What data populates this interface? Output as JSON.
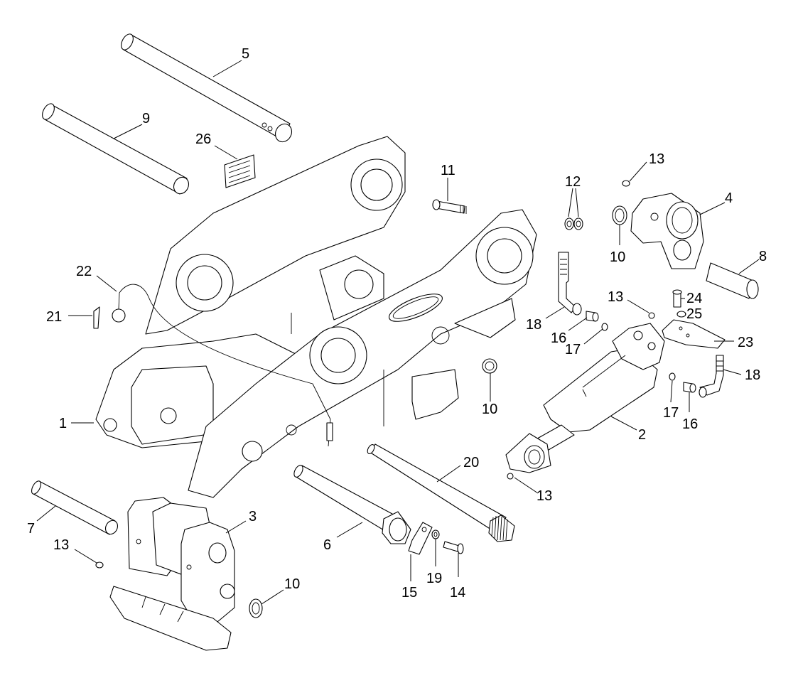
{
  "labels": {
    "p1": "1",
    "p2": "2",
    "p3": "3",
    "p4": "4",
    "p5": "5",
    "p6": "6",
    "p7": "7",
    "p8": "8",
    "p9": "9",
    "p10a": "10",
    "p10b": "10",
    "p10c": "10",
    "p11": "11",
    "p12": "12",
    "p13a": "13",
    "p13b": "13",
    "p13c": "13",
    "p13d": "13",
    "p14": "14",
    "p15": "15",
    "p16a": "16",
    "p16b": "16",
    "p17a": "17",
    "p17b": "17",
    "p18a": "18",
    "p18b": "18",
    "p19": "19",
    "p20": "20",
    "p21": "21",
    "p22": "22",
    "p23": "23",
    "p24": "24",
    "p25": "25",
    "p26": "26"
  },
  "colors": {
    "line": "#000000",
    "background": "#ffffff"
  }
}
